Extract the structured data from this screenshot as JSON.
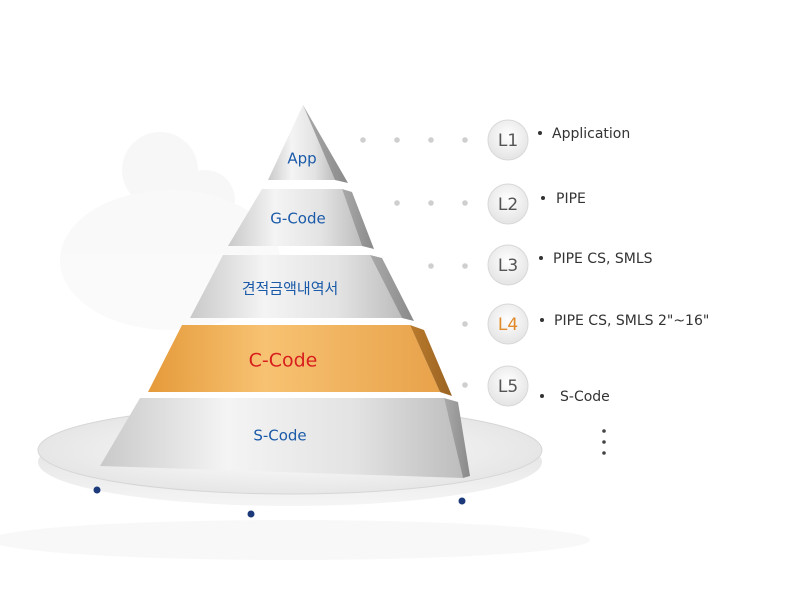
{
  "tiers": [
    {
      "label": "App",
      "highlight": false
    },
    {
      "label": "G-Code",
      "highlight": false
    },
    {
      "label": "견적금액내역서",
      "highlight": false
    },
    {
      "label": "C-Code",
      "highlight": true
    },
    {
      "label": "S-Code",
      "highlight": false
    }
  ],
  "levels": [
    {
      "badge": "L1",
      "text": "Application",
      "highlight": false
    },
    {
      "badge": "L2",
      "text": "PIPE",
      "highlight": false
    },
    {
      "badge": "L3",
      "text": "PIPE CS, SMLS",
      "highlight": false
    },
    {
      "badge": "L4",
      "text": "PIPE CS, SMLS 2\"~16\"",
      "highlight": true
    },
    {
      "badge": "L5",
      "text": "S-Code",
      "highlight": false
    }
  ],
  "colors": {
    "tier_label": "#1a5aa8",
    "highlight_label": "#d81e1e",
    "highlight_tier": "#f0b255",
    "highlight_badge": "#e08a2a"
  }
}
